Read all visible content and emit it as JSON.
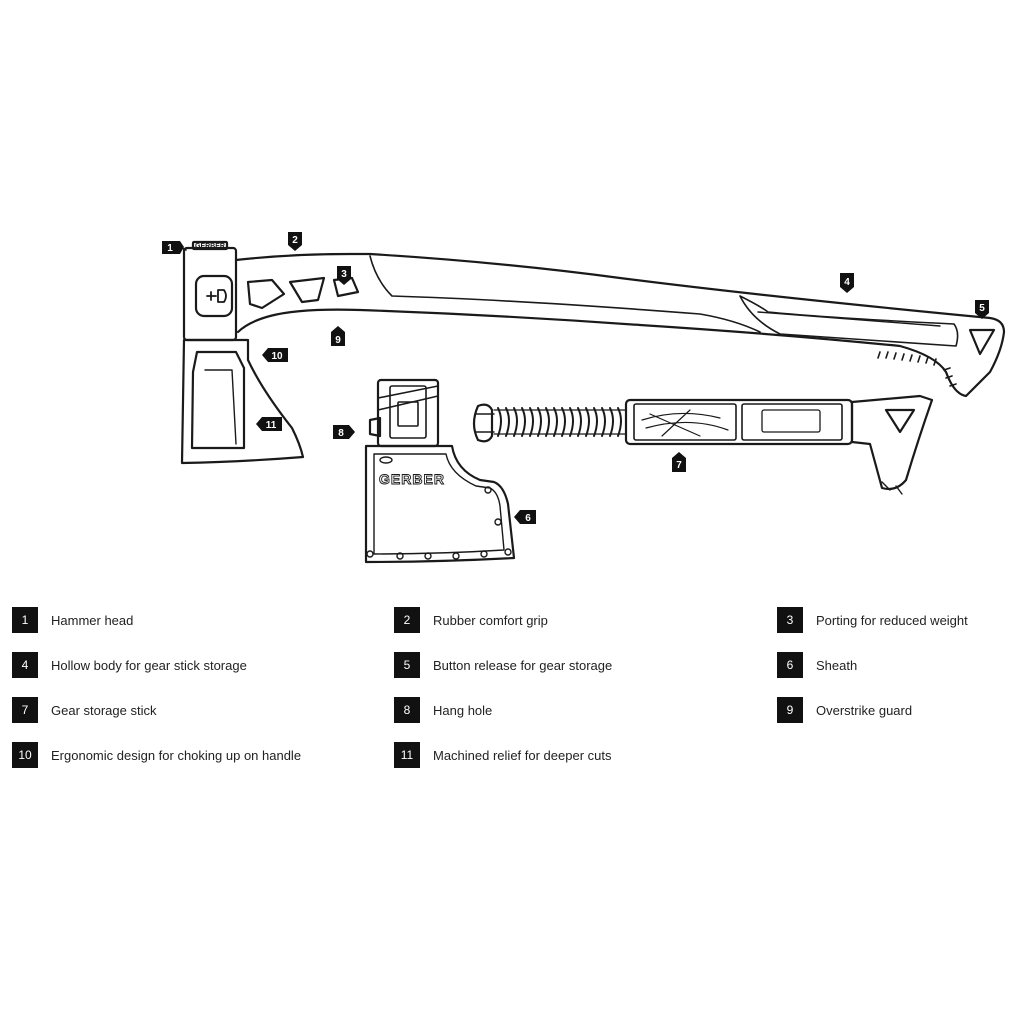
{
  "callouts": [
    "1",
    "2",
    "3",
    "4",
    "5",
    "6",
    "7",
    "8",
    "9",
    "10",
    "11"
  ],
  "brand": {
    "sheath": "GERBER",
    "head": "GERBER"
  },
  "legend": [
    {
      "num": "1",
      "label": "Hammer head"
    },
    {
      "num": "2",
      "label": "Rubber comfort grip"
    },
    {
      "num": "3",
      "label": "Porting for reduced weight"
    },
    {
      "num": "4",
      "label": "Hollow body for gear stick storage"
    },
    {
      "num": "5",
      "label": "Button release for gear storage"
    },
    {
      "num": "6",
      "label": "Sheath"
    },
    {
      "num": "7",
      "label": "Gear storage stick"
    },
    {
      "num": "8",
      "label": "Hang hole"
    },
    {
      "num": "9",
      "label": "Overstrike guard"
    },
    {
      "num": "10",
      "label": "Ergonomic design for choking up on handle"
    },
    {
      "num": "11",
      "label": "Machined relief for deeper cuts"
    }
  ]
}
